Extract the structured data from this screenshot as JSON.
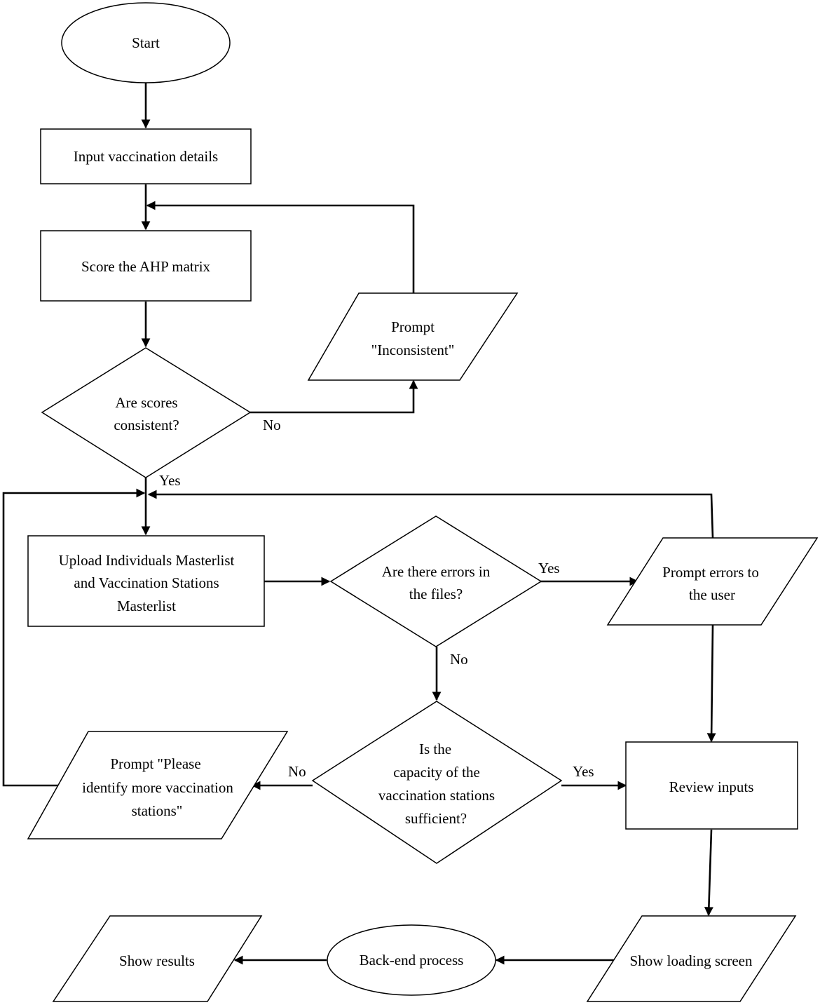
{
  "nodes": {
    "start": "Start",
    "input_details": "Input vaccination details",
    "score_matrix": "Score the AHP matrix",
    "consistent_q": [
      "Are scores",
      "consistent?"
    ],
    "prompt_inconsistent": [
      "Prompt",
      "\"Inconsistent\""
    ],
    "upload": [
      "Upload Individuals Masterlist",
      "and Vaccination Stations",
      "Masterlist"
    ],
    "errors_q": [
      "Are there errors in",
      "the files?"
    ],
    "prompt_errors": [
      "Prompt errors to",
      "the user"
    ],
    "capacity_q": [
      "Is the",
      "capacity of the",
      "vaccination stations",
      "sufficient?"
    ],
    "prompt_more_stations": [
      "Prompt \"Please",
      "identify more vaccination",
      "stations\""
    ],
    "review": "Review inputs",
    "loading": "Show loading screen",
    "backend": "Back-end process",
    "results": "Show results"
  },
  "edge_labels": {
    "consistent_no": "No",
    "consistent_yes": "Yes",
    "errors_yes": "Yes",
    "errors_no": "No",
    "capacity_no": "No",
    "capacity_yes": "Yes"
  }
}
